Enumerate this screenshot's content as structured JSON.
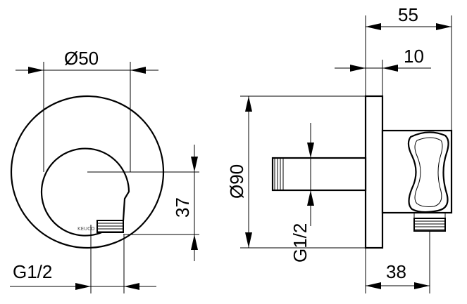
{
  "dimensions": {
    "diameter_50": "Ø50",
    "depth_55": "55",
    "flange_10": "10",
    "offset_37": "37",
    "diameter_90": "Ø90",
    "thread_left": "G1/2",
    "thread_right": "G1/2",
    "length_38": "38"
  },
  "brand_mark": "KEUCO",
  "colors": {
    "line": "#000000",
    "background": "#ffffff"
  }
}
